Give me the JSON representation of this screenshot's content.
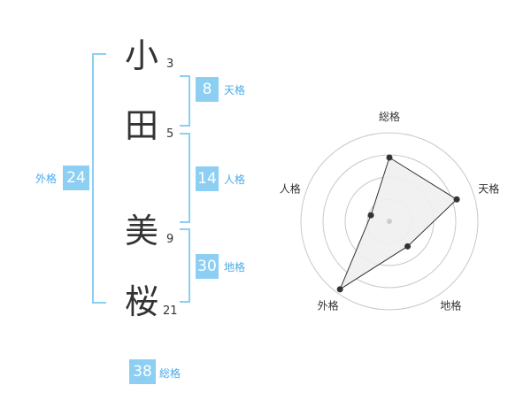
{
  "name": {
    "chars": [
      {
        "char": "小",
        "strokes": "3"
      },
      {
        "char": "田",
        "strokes": "5"
      },
      {
        "char": "美",
        "strokes": "9"
      },
      {
        "char": "桜",
        "strokes": "21"
      }
    ]
  },
  "fortunes": {
    "tenkaku": {
      "value": "8",
      "label": "天格"
    },
    "jinkaku": {
      "value": "14",
      "label": "人格"
    },
    "chikaku": {
      "value": "30",
      "label": "地格"
    },
    "gaikaku": {
      "value": "24",
      "label": "外格"
    },
    "soukaku": {
      "value": "38",
      "label": "総格"
    }
  },
  "chart_data": {
    "type": "radar",
    "axes": [
      "総格",
      "天格",
      "地格",
      "外格",
      "人格"
    ],
    "values": [
      0.72,
      0.8,
      0.35,
      0.95,
      0.22
    ],
    "range": [
      0,
      1
    ],
    "rings": 4,
    "colors": {
      "fill": "#f0f0f0",
      "line": "#333333",
      "grid": "#c8c8c8"
    }
  }
}
